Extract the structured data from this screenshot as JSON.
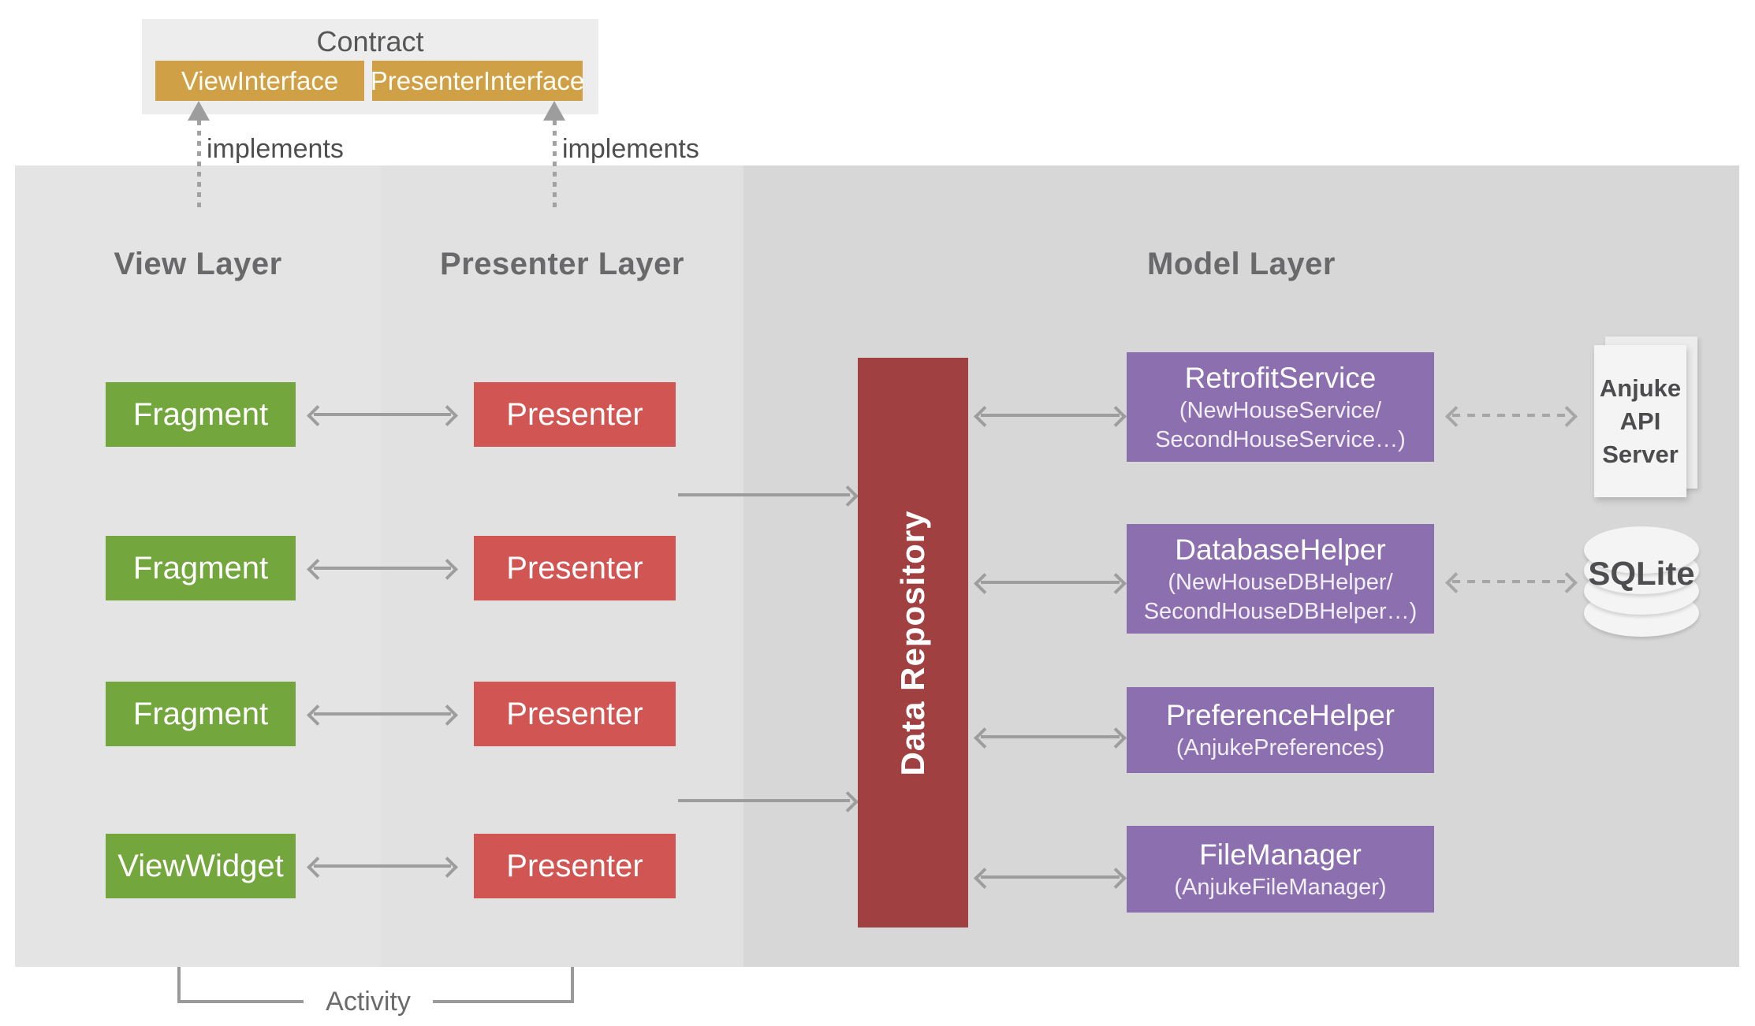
{
  "contract": {
    "title": "Contract",
    "interfaces": [
      {
        "label": "ViewInterface"
      },
      {
        "label": "PresenterInterface"
      }
    ]
  },
  "relations": {
    "implements_left": "implements",
    "implements_right": "implements",
    "activity_label": "Activity"
  },
  "layers": {
    "view": {
      "title": "View Layer"
    },
    "presenter": {
      "title": "Presenter Layer"
    },
    "model": {
      "title": "Model Layer"
    }
  },
  "view_layer": {
    "boxes": [
      {
        "label": "Fragment"
      },
      {
        "label": "Fragment"
      },
      {
        "label": "Fragment"
      },
      {
        "label": "ViewWidget"
      }
    ]
  },
  "presenter_layer": {
    "boxes": [
      {
        "label": "Presenter"
      },
      {
        "label": "Presenter"
      },
      {
        "label": "Presenter"
      },
      {
        "label": "Presenter"
      }
    ]
  },
  "repository": {
    "label": "Data Repository"
  },
  "model_layer": {
    "boxes": [
      {
        "title": "RetrofitService",
        "sub_lines": [
          "(NewHouseService/",
          "SecondHouseService…)"
        ]
      },
      {
        "title": "DatabaseHelper",
        "sub_lines": [
          "(NewHouseDBHelper/",
          "SecondHouseDBHelper…)"
        ]
      },
      {
        "title": "PreferenceHelper",
        "sub_lines": [
          "(AnjukePreferences)"
        ]
      },
      {
        "title": "FileManager",
        "sub_lines": [
          "(AnjukeFileManager)"
        ]
      }
    ]
  },
  "external": {
    "api_server_lines": [
      "Anjuke",
      "API",
      "Server"
    ],
    "database_label": "SQLite"
  },
  "colors": {
    "view_band": "#e4e4e4",
    "presenter_band": "#e1e1e1",
    "model_band": "#d7d7d7",
    "contract_bg": "#ededed",
    "interface_gold": "#cfa045",
    "view_green": "#73a73e",
    "presenter_red": "#d15553",
    "repository_dark_red": "#a04041",
    "model_purple": "#8b6fae",
    "arrow_gray": "#9d9d9d"
  }
}
